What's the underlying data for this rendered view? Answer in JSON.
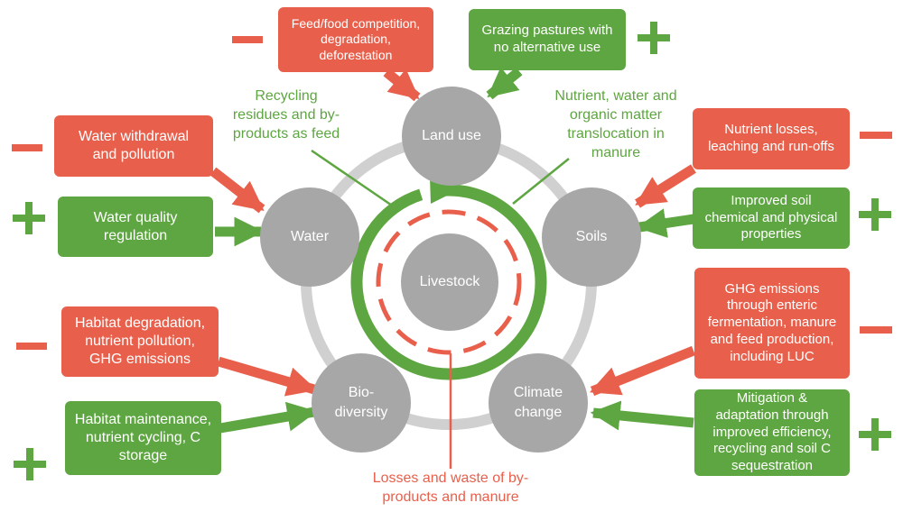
{
  "center": "Livestock",
  "nodes": {
    "land_use": "Land use",
    "water": "Water",
    "soils": "Soils",
    "biodiversity": "Bio-\ndiversity",
    "climate_change": "Climate\nchange"
  },
  "impacts": {
    "feed_competition": "Feed/food competition,\ndegradation,\ndeforestation",
    "grazing_pastures": "Grazing pastures with\nno alternative use",
    "water_withdrawal": "Water withdrawal\nand pollution",
    "water_quality": "Water quality\nregulation",
    "nutrient_losses": "Nutrient losses,\nleaching and run-offs",
    "soil_properties": "Improved soil\nchemical and physical\nproperties",
    "habitat_degradation": "Habitat degradation,\nnutrient pollution,\nGHG emissions",
    "habitat_maintenance": "Habitat maintenance,\nnutrient cycling, C\nstorage",
    "ghg_emissions": "GHG emissions\nthrough enteric\nfermentation, manure\nand feed production,\nincluding LUC",
    "mitigation": "Mitigation &\nadaptation through\nimproved efficiency,\nrecycling and soil C\nsequestration"
  },
  "annotations": {
    "recycling": "Recycling\nresidues and by-\nproducts as feed",
    "translocation": "Nutrient, water and\norganic matter\ntranslocation in\nmanure",
    "losses": "Losses and waste of by-\nproducts and manure"
  },
  "colors": {
    "negative": "#e8604c",
    "positive": "#5ea641",
    "node": "#a7a7a7",
    "ring": "#d0d0d0"
  }
}
